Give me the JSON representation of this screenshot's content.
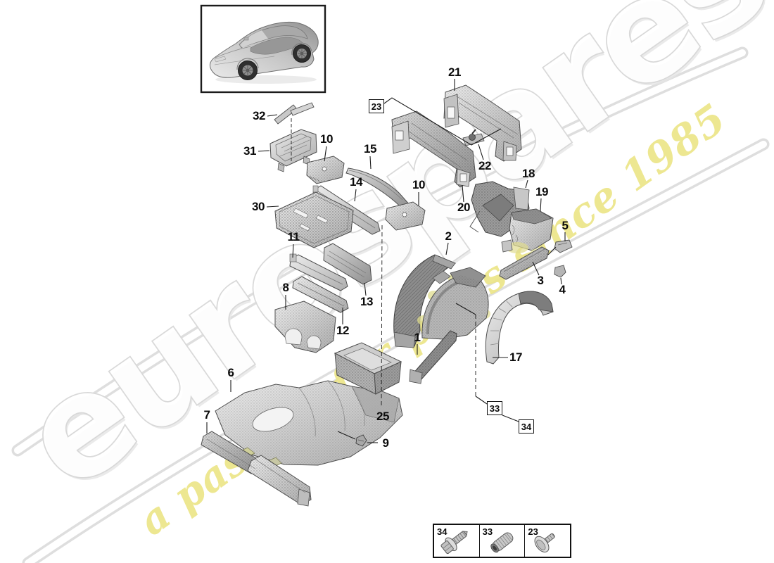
{
  "watermark": {
    "brand": "eurospares",
    "tagline": "a passion for parts since 1985"
  },
  "diagram": {
    "part_labels": [
      {
        "text": "21"
      },
      {
        "text": "22"
      },
      {
        "text": "18"
      },
      {
        "text": "19"
      },
      {
        "text": "20"
      },
      {
        "text": "2"
      },
      {
        "text": "5"
      },
      {
        "text": "3"
      },
      {
        "text": "4"
      },
      {
        "text": "32"
      },
      {
        "text": "31"
      },
      {
        "text": "10"
      },
      {
        "text": "15"
      },
      {
        "text": "14"
      },
      {
        "text": "10"
      },
      {
        "text": "30"
      },
      {
        "text": "11"
      },
      {
        "text": "13"
      },
      {
        "text": "8"
      },
      {
        "text": "12"
      },
      {
        "text": "1"
      },
      {
        "text": "17"
      },
      {
        "text": "6"
      },
      {
        "text": "7"
      },
      {
        "text": "25"
      },
      {
        "text": "9"
      }
    ],
    "boxed_labels": [
      {
        "text": "23"
      },
      {
        "text": "33"
      },
      {
        "text": "34"
      }
    ]
  },
  "legend": {
    "items": [
      {
        "label": "34",
        "icon": "hex-flange-bolt"
      },
      {
        "label": "33",
        "icon": "threaded-sleeve"
      },
      {
        "label": "23",
        "icon": "washer-head-screw"
      }
    ]
  },
  "colors": {
    "background": "#ffffff",
    "label_text": "#0b0b0b",
    "brand_fill": "#ffffff",
    "brand_outline": "#d8d8d8",
    "tagline": "#ece588",
    "part_stroke": "#4d4d4d",
    "weld_highlight": "#dfdc8e"
  }
}
